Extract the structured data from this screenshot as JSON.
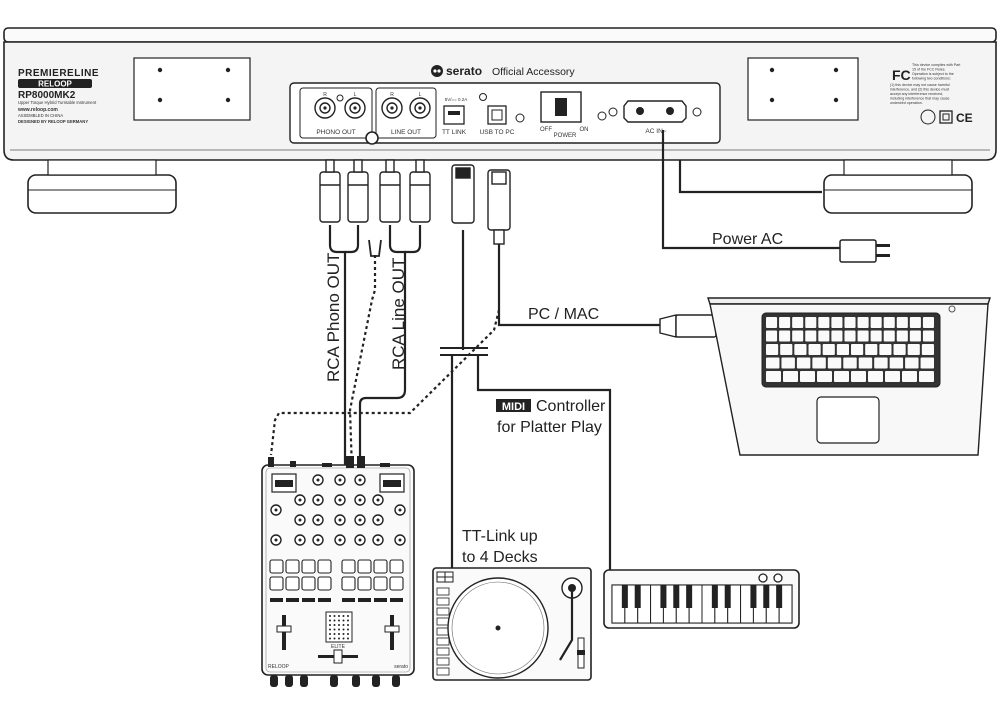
{
  "turntable": {
    "brand_line": "PREMIERELINE",
    "brand_logo": "RELOOP",
    "model": "RP8000MK2",
    "tagline": "Upper Torque Hybrid Turntable Instrument",
    "website": "www.reloop.com",
    "assembled": "ASSEMBLED IN CHINA",
    "designed": "DESIGNED BY RELOOP GERMANY",
    "serato_brand": "serato",
    "serato_accessory": "Official Accessory",
    "port_phono_out": "PHONO OUT",
    "port_line_out": "LINE OUT",
    "port_r": "R",
    "port_l": "L",
    "port_tt_link": "TT LINK",
    "port_usb_power": "5V/== 0.2A",
    "port_usb_pc": "USB TO PC",
    "switch_off": "OFF",
    "switch_on": "ON",
    "switch_power": "POWER",
    "ac_in": "AC IN~",
    "fcc_mark": "FC",
    "fcc_text": [
      "This device complies with Part",
      "15 of the FCC Rules.",
      "Operation is subject to the",
      "following two conditions:",
      "(1) this device may not cause harmful",
      "interference, and (2) this device must",
      "accept any interference received,",
      "including interference that may cause",
      "undesired operation."
    ],
    "ce_mark": "CE"
  },
  "labels": {
    "power_ac": "Power AC",
    "pc_mac": "PC / MAC",
    "rca_phono": "RCA  Phono OUT",
    "rca_line": "RCA  Line OUT",
    "midi_logo": "MIDI",
    "midi_controller": "Controller",
    "platter_play": "for Platter Play",
    "tt_link_line1": "TT-Link up",
    "tt_link_line2": "to 4 Decks"
  },
  "mixer": {
    "model": "ELITE",
    "brand_left": "RELOOP",
    "brand_right": "serato"
  },
  "colors": {
    "outline": "#222222",
    "body": "#f4f4f4",
    "panel": "#ffffff"
  }
}
